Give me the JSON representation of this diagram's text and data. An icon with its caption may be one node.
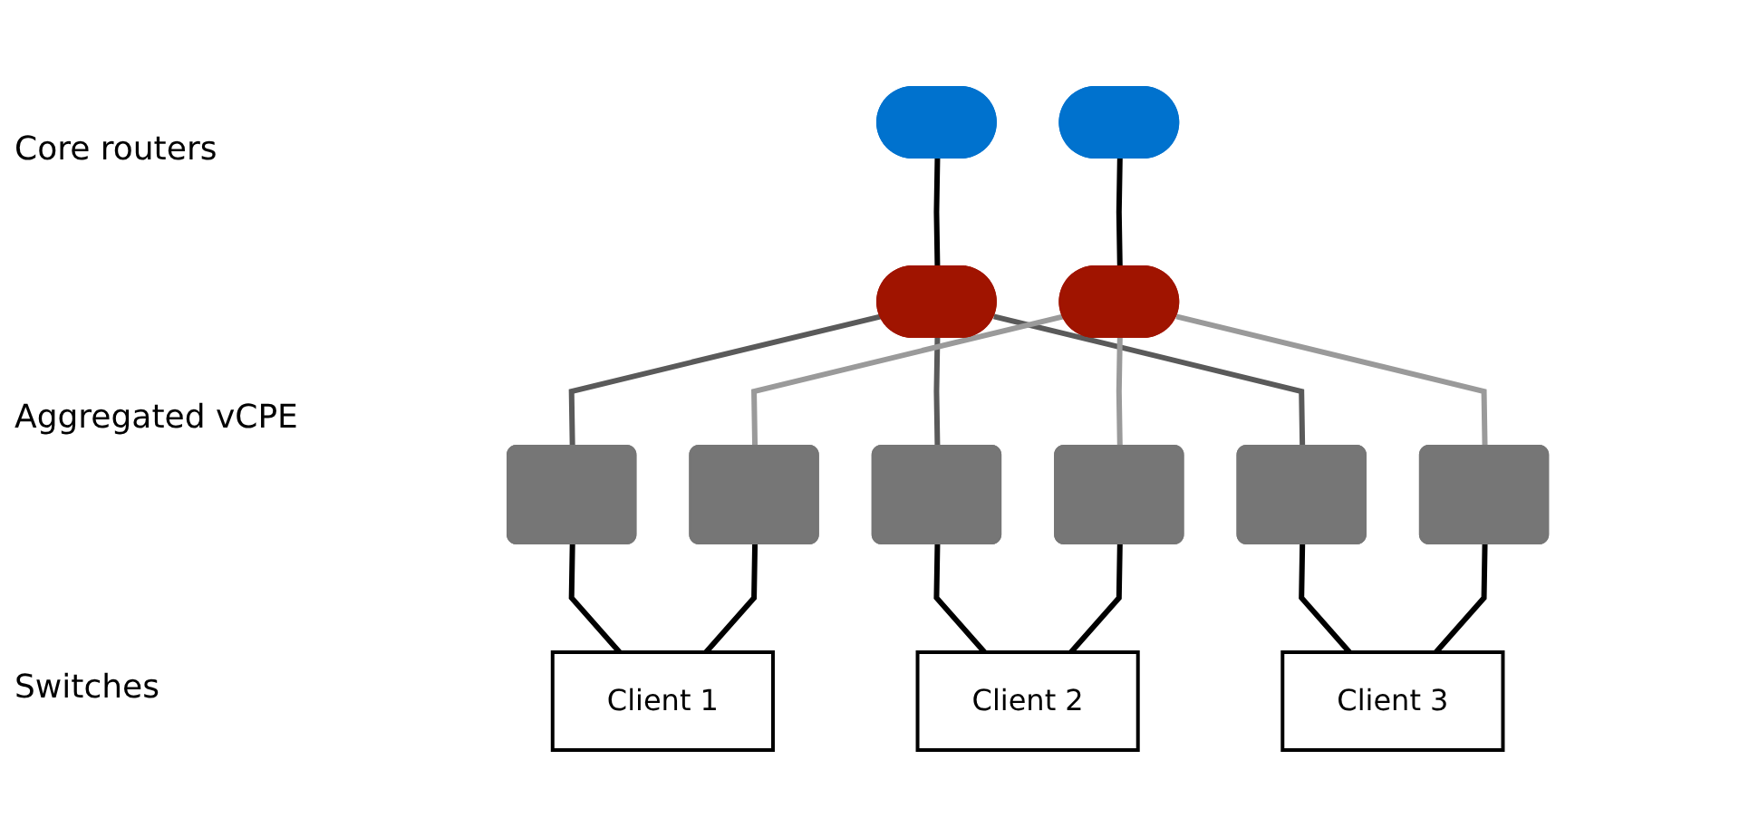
{
  "diagram": {
    "nodes": [
      {
        "text": [],
        "shape": "ellipse"
      },
      {
        "text": [],
        "shape": "ellipse"
      },
      {
        "text": [],
        "shape": "ellipse"
      },
      {
        "text": [],
        "shape": "ellipse"
      },
      {
        "text": [],
        "shape": "box"
      },
      {
        "text": [],
        "shape": "box"
      },
      {
        "text": [],
        "shape": "box"
      },
      {
        "text": [],
        "shape": "box"
      },
      {
        "text": [],
        "shape": "box"
      },
      {
        "text": [],
        "shape": "box"
      },
      {
        "text": [
          "Client 1"
        ]
      },
      {
        "text": [
          "Client 2"
        ]
      },
      {
        "text": [
          "Client 3"
        ]
      }
    ],
    "edges": [
      {
        "from": 0,
        "to": 2,
        "arrow": "none"
      },
      {
        "from": 1,
        "to": 3,
        "arrow": "none"
      },
      {
        "from": 2,
        "to": 4,
        "arrow": "none",
        "color": "#5a5a5a"
      },
      {
        "from": 2,
        "to": 6,
        "arrow": "none",
        "color": "#5a5a5a"
      },
      {
        "from": 2,
        "to": 8,
        "arrow": "none",
        "color": "#5a5a5a"
      },
      {
        "from": 3,
        "to": 5,
        "arrow": "none",
        "color": "#9a9a9a"
      },
      {
        "from": 3,
        "to": 7,
        "arrow": "none",
        "color": "#9a9a9a"
      },
      {
        "from": 3,
        "to": 9,
        "arrow": "none",
        "color": "#9a9a9a"
      },
      {
        "from": 4,
        "to": 10,
        "arrow": "none"
      },
      {
        "from": 5,
        "to": 10,
        "arrow": "none"
      },
      {
        "from": 6,
        "to": 11,
        "arrow": "none"
      },
      {
        "from": 7,
        "to": 11,
        "arrow": "none"
      },
      {
        "from": 8,
        "to": 12,
        "arrow": "none"
      },
      {
        "from": 9,
        "to": 12,
        "arrow": "none"
      }
    ],
    "labels": [
      "Core routers",
      "Aggregated vCPE",
      "Switches"
    ]
  }
}
